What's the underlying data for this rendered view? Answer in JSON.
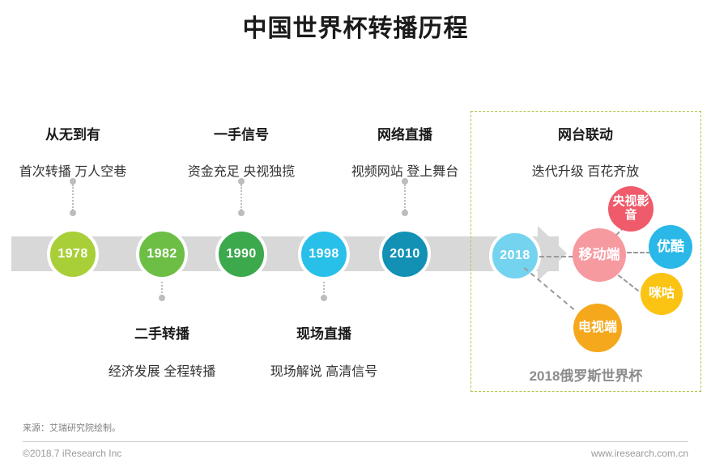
{
  "page": {
    "title": "中国世界杯转播历程"
  },
  "timeline": {
    "bar_color": "#d8d8d8",
    "milestones": [
      {
        "year": "1978",
        "color": "#a8cf38",
        "position": "above",
        "heading": "从无到有",
        "subtitle": "首次转播 万人空巷"
      },
      {
        "year": "1982",
        "color": "#6cbe45",
        "position": "below",
        "heading": "二手转播",
        "subtitle": "经济发展 全程转播"
      },
      {
        "year": "1990",
        "color": "#3ba94c",
        "position": "above",
        "heading": "一手信号",
        "subtitle": "资金充足 央视独揽"
      },
      {
        "year": "1998",
        "color": "#28c0e8",
        "position": "below",
        "heading": "现场直播",
        "subtitle": "现场解说 高清信号"
      },
      {
        "year": "2010",
        "color": "#1291b4",
        "position": "above",
        "heading": "网络直播",
        "subtitle": "视频网站 登上舞台"
      },
      {
        "year": "2018",
        "color": "#74d3ef",
        "position": "above",
        "heading": "网台联动",
        "subtitle": "迭代升级 百花齐放"
      }
    ]
  },
  "highlight": {
    "caption": "2018俄罗斯世界杯",
    "border_color": "#b5c44a",
    "caption_color": "#8c8c8c",
    "bubbles": [
      {
        "label": "央视影音",
        "color": "#ef5b6b",
        "font_size": "15"
      },
      {
        "label": "移动端",
        "color": "#f79aa0",
        "font_size": "17"
      },
      {
        "label": "优酷",
        "color": "#29b8e8",
        "font_size": "17"
      },
      {
        "label": "咪咕",
        "color": "#fbc312",
        "font_size": "16"
      },
      {
        "label": "电视端",
        "color": "#f5a81c",
        "font_size": "16"
      }
    ]
  },
  "footer": {
    "source": "来源：艾瑞研究院绘制。",
    "copyright": "©2018.7 iResearch Inc",
    "website": "www.iresearch.com.cn"
  }
}
